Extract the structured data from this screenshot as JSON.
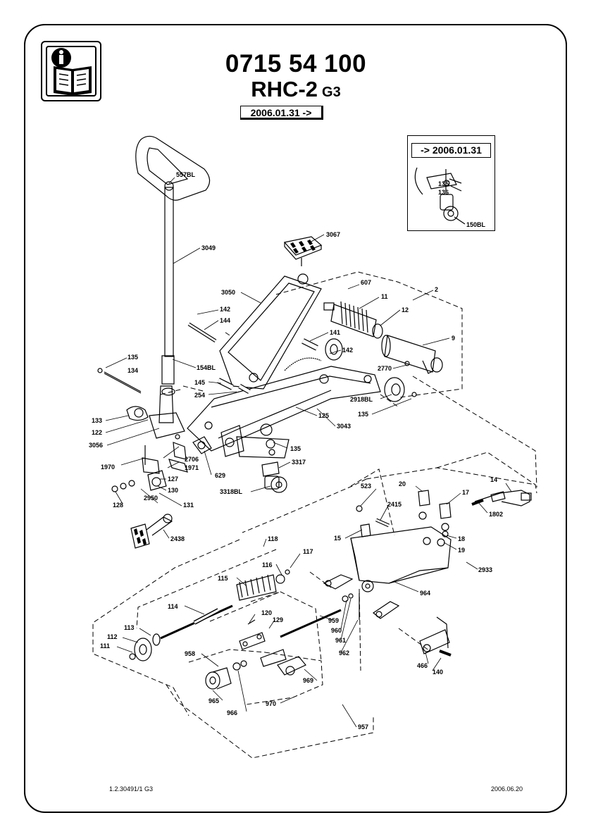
{
  "header": {
    "part_number": "0715 54 100",
    "model": "RHC-2",
    "variant": "G3",
    "date_range": "2006.01.31 ->"
  },
  "inset": {
    "date_range": "-> 2006.01.31",
    "labels": [
      "135",
      "136",
      "150BL"
    ]
  },
  "labels": {
    "l557BL": "557BL",
    "l3049": "3049",
    "l3067": "3067",
    "l3050": "3050",
    "l607": "607",
    "l11": "11",
    "l2": "2",
    "l12": "12",
    "l9": "9",
    "l142a": "142",
    "l144": "144",
    "l141": "141",
    "l142b": "142",
    "l2770": "2770",
    "l135a": "135",
    "l134": "134",
    "l154BL": "154BL",
    "l145": "145",
    "l254": "254",
    "l2918BL": "2918BL",
    "l135b": "135",
    "l133": "133",
    "l122": "122",
    "l3056": "3056",
    "l125": "125",
    "l3043": "3043",
    "l135c": "135",
    "l2706": "2706",
    "l1971": "1971",
    "l1970": "1970",
    "l127": "127",
    "l629": "629",
    "l3317": "3317",
    "l130": "130",
    "l3318BL": "3318BL",
    "l128": "128",
    "l2950": "2950",
    "l131": "131",
    "l523": "523",
    "l2415": "2415",
    "l20": "20",
    "l17": "17",
    "l14": "14",
    "l1802": "1802",
    "l2438": "2438",
    "l118": "118",
    "l15": "15",
    "l18": "18",
    "l19": "19",
    "l116": "116",
    "l117": "117",
    "l2933": "2933",
    "l115": "115",
    "l964": "964",
    "l114": "114",
    "l120": "120",
    "l129": "129",
    "l959": "959",
    "l960": "960",
    "l113": "113",
    "l112": "112",
    "l111": "111",
    "l961": "961",
    "l962": "962",
    "l958": "958",
    "l466": "466",
    "l140": "140",
    "l969": "969",
    "l965": "965",
    "l970": "970",
    "l966": "966",
    "l957": "957"
  },
  "footer": {
    "drawing_ref": "1.2.30491/1  G3",
    "date": "2006.06.20"
  },
  "icons": [
    "info-manual-icon"
  ]
}
